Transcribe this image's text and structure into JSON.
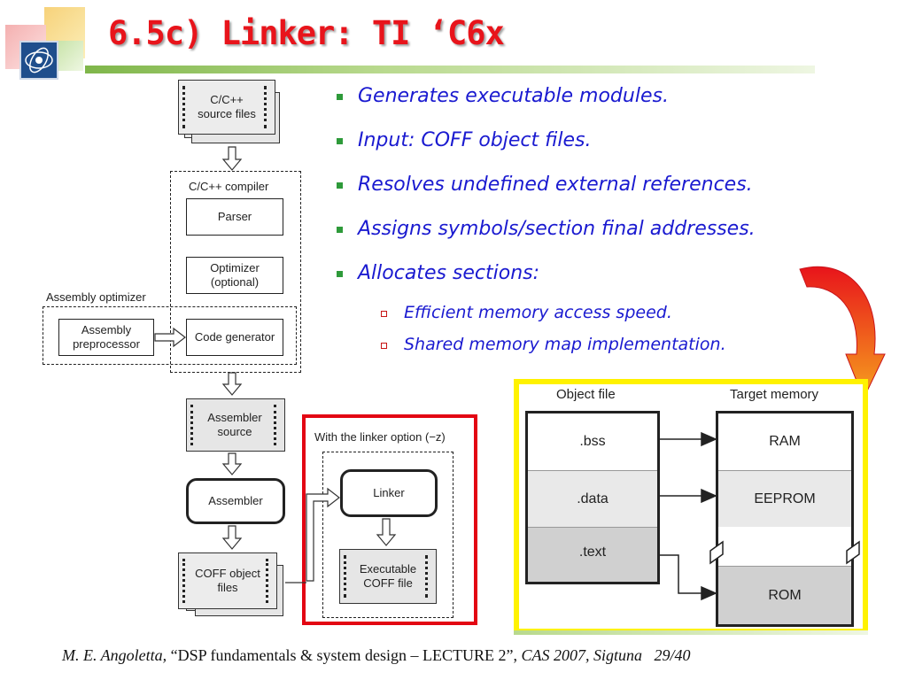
{
  "slide": {
    "title": "6.5c) Linker: TI ‘C6x",
    "bullets": [
      "Generates executable modules.",
      "Input: COFF object files.",
      "Resolves undefined external references.",
      "Assigns symbols/section final addresses.",
      "Allocates sections:"
    ],
    "sub_bullets": [
      "Efficient memory access speed.",
      "Shared memory map implementation."
    ],
    "footer": {
      "author": "M. E. Angoletta,",
      "talk": " “DSP fundamentals & system design – LECTURE 2”, ",
      "venue": "CAS 2007, Sigtuna",
      "page": "29/40"
    }
  },
  "flow_diagram": {
    "source_files": "C/C++ source files",
    "compiler_label": "C/C++ compiler",
    "parser": "Parser",
    "optimizer": "Optimizer (optional)",
    "assembly_optimizer_label": "Assembly optimizer",
    "assembly_preprocessor": "Assembly preprocessor",
    "code_generator": "Code generator",
    "assembler_source": "Assembler source",
    "assembler": "Assembler",
    "coff_object_files": "COFF object files",
    "linker_option_label": "With the linker option (−z)",
    "linker": "Linker",
    "executable": "Executable COFF file"
  },
  "memory_map": {
    "object_file_label": "Object file",
    "target_memory_label": "Target memory",
    "sections": [
      ".bss",
      ".data",
      ".text"
    ],
    "targets": [
      "RAM",
      "EEPROM",
      "ROM"
    ]
  },
  "colors": {
    "title": "#e8141b",
    "bullet_text": "#1a1ad0",
    "highlight_red": "#e30613",
    "highlight_yellow": "#fff200"
  }
}
